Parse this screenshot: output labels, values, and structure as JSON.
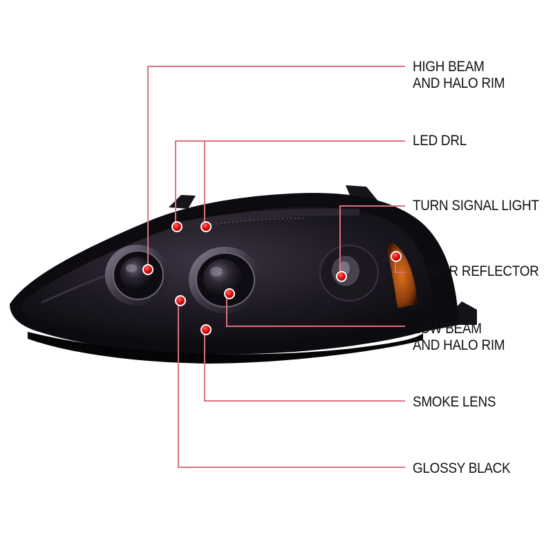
{
  "colors": {
    "leader_line": "#d9737a",
    "callout_dot": "#e10d0d",
    "housing": "#0d0b10",
    "smoke_lens": "#1f1a24",
    "amber": "#c55a12"
  },
  "callouts": [
    {
      "id": "high-beam",
      "lines": [
        "HIGH BEAM",
        "AND HALO RIM"
      ]
    },
    {
      "id": "led-drl",
      "lines": [
        "LED DRL"
      ]
    },
    {
      "id": "turn-signal",
      "lines": [
        "TURN SIGNAL LIGHT"
      ]
    },
    {
      "id": "amber-reflector",
      "lines": [
        "AMBER REFLECTOR"
      ]
    },
    {
      "id": "low-beam",
      "lines": [
        "LOW BEAM",
        "AND HALO RIM"
      ]
    },
    {
      "id": "smoke-lens",
      "lines": [
        "SMOKE LENS"
      ]
    },
    {
      "id": "glossy-black",
      "lines": [
        "GLOSSY BLACK"
      ]
    }
  ]
}
